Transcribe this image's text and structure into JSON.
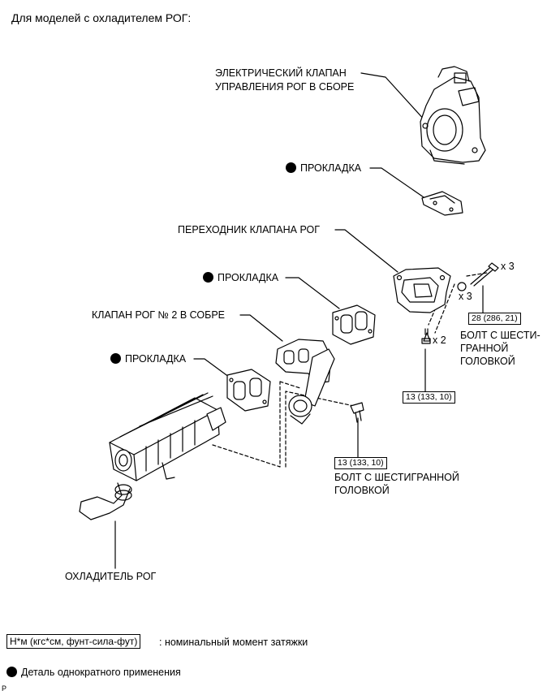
{
  "title": "Для моделей с охладителем РОГ:",
  "labels": {
    "egr_valve_line1": "ЭЛЕКТРИЧЕСКИЙ КЛАПАН",
    "egr_valve_line2": "УПРАВЛЕНИЯ РОГ В СБОРЕ",
    "gasket_top": "ПРОКЛАДКА",
    "adapter": "ПЕРЕХОДНИК КЛАПАНА РОГ",
    "gasket_mid": "ПРОКЛАДКА",
    "valve2": "КЛАПАН РОГ № 2 В СОБРЕ",
    "gasket_low": "ПРОКЛАДКА",
    "cooler": "ОХЛАДИТЕЛЬ РОГ",
    "bolt_right_line1": "БОЛТ С ШЕСТИ-",
    "bolt_right_line2": "ГРАННОЙ",
    "bolt_right_line3": "ГОЛОВКОЙ",
    "bolt_bottom_line1": "БОЛТ С ШЕСТИГРАННОЙ",
    "bolt_bottom_line2": "ГОЛОВКОЙ"
  },
  "quantities": {
    "bolt_long": "x 3",
    "washer": "x 3",
    "bolt_short": "x 2"
  },
  "torques": {
    "bolt_long": "28 (286, 21)",
    "bolt_short": "13 (133, 10)",
    "bolt_bottom": "13 (133, 10)"
  },
  "legend": {
    "torque_unit": "Н*м (кгс*см, фунт-сила-фут)",
    "torque_desc": ": номинальный момент затяжки",
    "non_reusable": "Деталь однократного применения"
  },
  "corner_mark": "P"
}
